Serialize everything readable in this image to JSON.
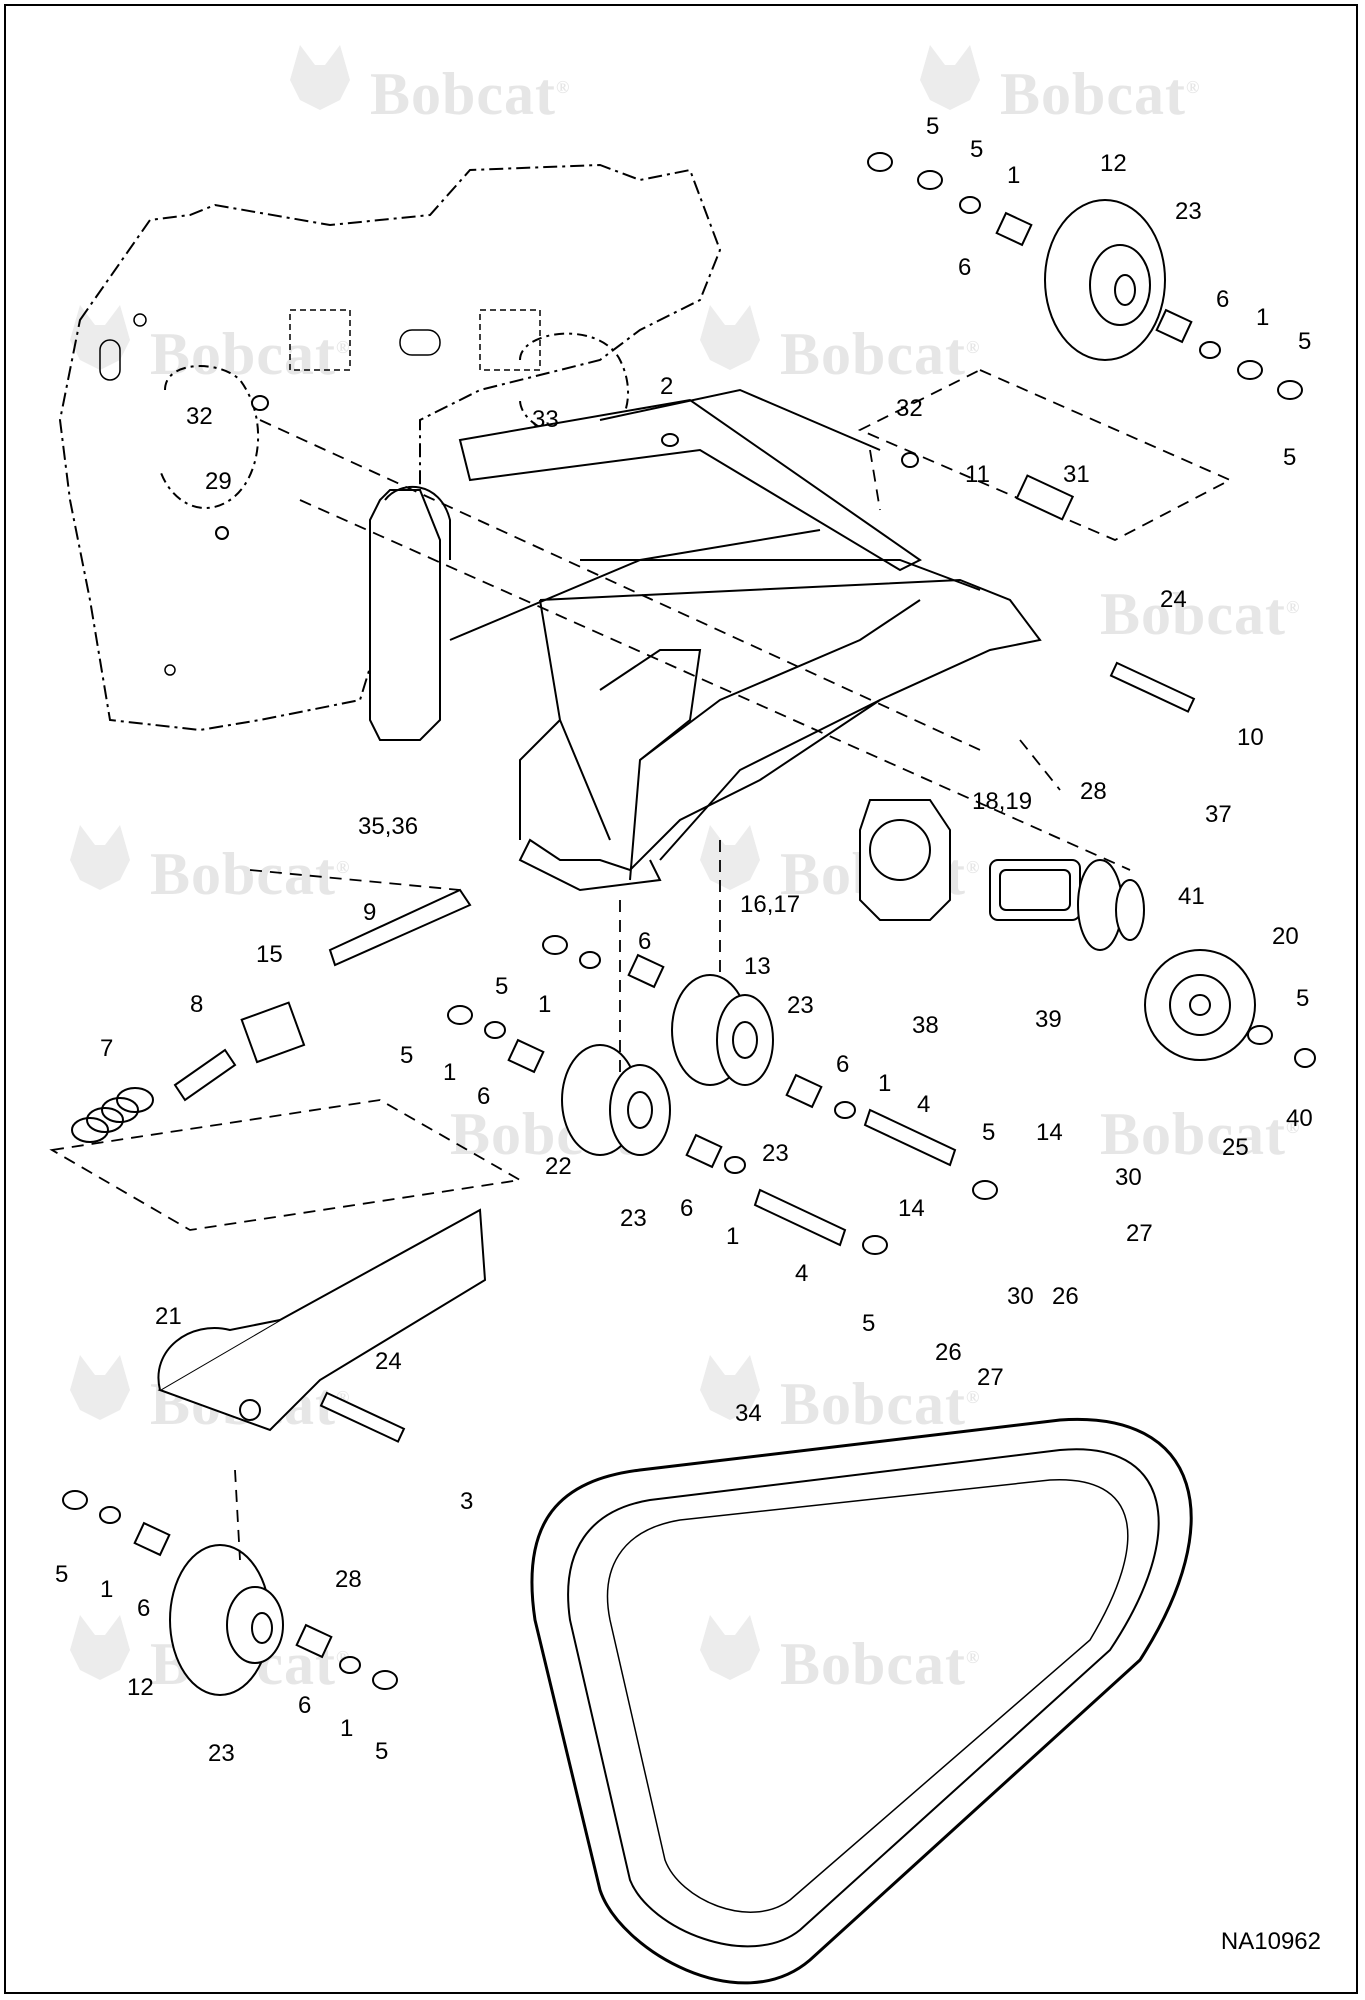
{
  "document_id": "NA10962",
  "watermark": {
    "brand": "Bobcat",
    "registered_mark": "®",
    "logo_icon": "bobcat-head-logo"
  },
  "callouts": [
    {
      "id": "c1",
      "label": "5"
    },
    {
      "id": "c2",
      "label": "5"
    },
    {
      "id": "c3",
      "label": "1"
    },
    {
      "id": "c4",
      "label": "12"
    },
    {
      "id": "c5",
      "label": "23"
    },
    {
      "id": "c6",
      "label": "6"
    },
    {
      "id": "c7",
      "label": "6"
    },
    {
      "id": "c8",
      "label": "1"
    },
    {
      "id": "c9",
      "label": "5"
    },
    {
      "id": "c10",
      "label": "5"
    },
    {
      "id": "c11",
      "label": "32"
    },
    {
      "id": "c12",
      "label": "2"
    },
    {
      "id": "c13",
      "label": "33"
    },
    {
      "id": "c14",
      "label": "29"
    },
    {
      "id": "c15",
      "label": "32"
    },
    {
      "id": "c16",
      "label": "11"
    },
    {
      "id": "c17",
      "label": "31"
    },
    {
      "id": "c18",
      "label": "24"
    },
    {
      "id": "c19",
      "label": "10"
    },
    {
      "id": "c20",
      "label": "28"
    },
    {
      "id": "c21",
      "label": "35,36"
    },
    {
      "id": "c22",
      "label": "18,19"
    },
    {
      "id": "c23",
      "label": "37"
    },
    {
      "id": "c24",
      "label": "16,17"
    },
    {
      "id": "c25",
      "label": "41"
    },
    {
      "id": "c26",
      "label": "20"
    },
    {
      "id": "c27",
      "label": "9"
    },
    {
      "id": "c28",
      "label": "15"
    },
    {
      "id": "c29",
      "label": "6"
    },
    {
      "id": "c30",
      "label": "5"
    },
    {
      "id": "c31",
      "label": "1"
    },
    {
      "id": "c32",
      "label": "13"
    },
    {
      "id": "c33",
      "label": "23"
    },
    {
      "id": "c34",
      "label": "38"
    },
    {
      "id": "c35",
      "label": "39"
    },
    {
      "id": "c36",
      "label": "5"
    },
    {
      "id": "c37",
      "label": "8"
    },
    {
      "id": "c38",
      "label": "7"
    },
    {
      "id": "c39",
      "label": "5"
    },
    {
      "id": "c40",
      "label": "1"
    },
    {
      "id": "c41",
      "label": "6"
    },
    {
      "id": "c42",
      "label": "6"
    },
    {
      "id": "c43",
      "label": "1"
    },
    {
      "id": "c44",
      "label": "4"
    },
    {
      "id": "c45",
      "label": "23"
    },
    {
      "id": "c46",
      "label": "40"
    },
    {
      "id": "c47",
      "label": "25"
    },
    {
      "id": "c48",
      "label": "5"
    },
    {
      "id": "c49",
      "label": "14"
    },
    {
      "id": "c50",
      "label": "30"
    },
    {
      "id": "c51",
      "label": "22"
    },
    {
      "id": "c52",
      "label": "23"
    },
    {
      "id": "c53",
      "label": "6"
    },
    {
      "id": "c54",
      "label": "1"
    },
    {
      "id": "c55",
      "label": "27"
    },
    {
      "id": "c56",
      "label": "26"
    },
    {
      "id": "c57",
      "label": "14"
    },
    {
      "id": "c58",
      "label": "4"
    },
    {
      "id": "c59",
      "label": "30"
    },
    {
      "id": "c60",
      "label": "5"
    },
    {
      "id": "c61",
      "label": "26"
    },
    {
      "id": "c62",
      "label": "27"
    },
    {
      "id": "c63",
      "label": "21"
    },
    {
      "id": "c64",
      "label": "24"
    },
    {
      "id": "c65",
      "label": "34"
    },
    {
      "id": "c66",
      "label": "3"
    },
    {
      "id": "c67",
      "label": "28"
    },
    {
      "id": "c68",
      "label": "5"
    },
    {
      "id": "c69",
      "label": "1"
    },
    {
      "id": "c70",
      "label": "6"
    },
    {
      "id": "c71",
      "label": "12"
    },
    {
      "id": "c72",
      "label": "6"
    },
    {
      "id": "c73",
      "label": "1"
    },
    {
      "id": "c74",
      "label": "5"
    },
    {
      "id": "c75",
      "label": "23"
    }
  ]
}
